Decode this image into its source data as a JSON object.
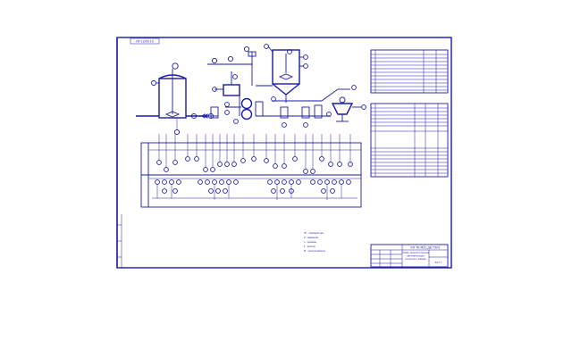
{
  "drawing": {
    "stamp_topleft": "ПР 12/09 10",
    "designation": "КП ТК-МЗ1.ДБ.ТХН1",
    "title_line1": "Схема технологическая",
    "title_line2": "автоматизации",
    "title_line3": "молочного завода",
    "sheet_label": "Лист 1",
    "legend_lines": [
      "ТЕ - температура",
      "Р - давление",
      "L - уровень",
      "F - расход",
      "М - электропривод"
    ]
  },
  "colors": {
    "line": "#1a1aa8",
    "background": "#ffffff"
  }
}
